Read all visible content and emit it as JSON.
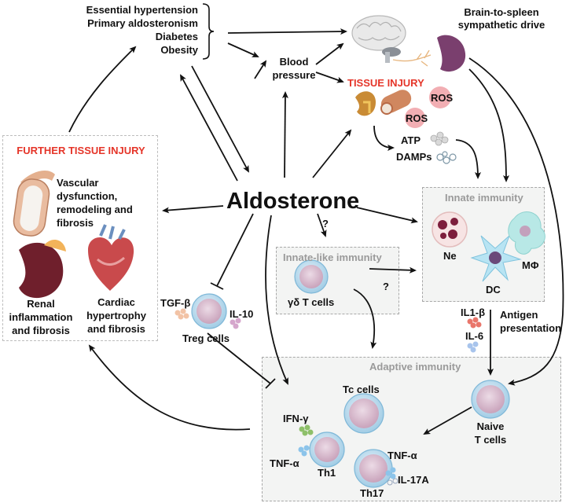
{
  "conditions": {
    "items": [
      "Essential hypertension",
      "Primary aldosteronism",
      "Diabetes",
      "Obesity"
    ]
  },
  "blood_pressure": {
    "line1": "Blood",
    "line2": "pressure"
  },
  "brain_spleen": {
    "line1": "Brain-to-spleen",
    "line2": "sympathetic drive"
  },
  "tissue_injury": {
    "title": "TISSUE INJURY",
    "ros": "ROS",
    "atp": "ATP",
    "damps": "DAMPs"
  },
  "further_injury": {
    "title": "FURTHER TISSUE INJURY",
    "vascular": [
      "Vascular",
      "dysfunction,",
      "remodeling and",
      "fibrosis"
    ],
    "renal": [
      "Renal",
      "inflammation",
      "and fibrosis"
    ],
    "cardiac": [
      "Cardiac",
      "hypertrophy",
      "and fibrosis"
    ]
  },
  "aldosterone": "Aldosterone",
  "question_mark": "?",
  "innate": {
    "title": "Innate immunity",
    "ne": "Ne",
    "dc": "DC",
    "mphi": "MΦ"
  },
  "innate_like": {
    "title": "Innate-like immunity",
    "gd": "γδ T cells"
  },
  "treg": {
    "tgf": "TGF-β",
    "il10": "IL-10",
    "label": "Treg cells"
  },
  "cytokines_apc": {
    "il1b": "IL1-β",
    "il6": "IL-6"
  },
  "antigen": {
    "line1": "Antigen",
    "line2": "presentation"
  },
  "adaptive": {
    "title": "Adaptive  immunity",
    "tc": "Tc cells",
    "naive": [
      "Naive",
      "T cells"
    ],
    "ifng": "IFN-γ",
    "tnfa": "TNF-α",
    "th1": "Th1",
    "th17": "Th17",
    "il17a": "IL-17A"
  },
  "colors": {
    "red_text": "#e53529",
    "grey_title": "#9a9a9a",
    "box_fill": "#f3f4f3",
    "cell_membrane": "#a9d4ec",
    "cell_nucleus": "#d7b7cc"
  },
  "icons": [
    "brain-icon",
    "spleen-icon",
    "nerve-icon",
    "kidney-icon",
    "vessel-icon",
    "ros-icon",
    "atp-icon",
    "damps-icon",
    "artery-icon",
    "heart-icon",
    "neutrophil-icon",
    "dendritic-cell-icon",
    "macrophage-icon",
    "t-cell-icon",
    "cytokine-dots-icon"
  ]
}
